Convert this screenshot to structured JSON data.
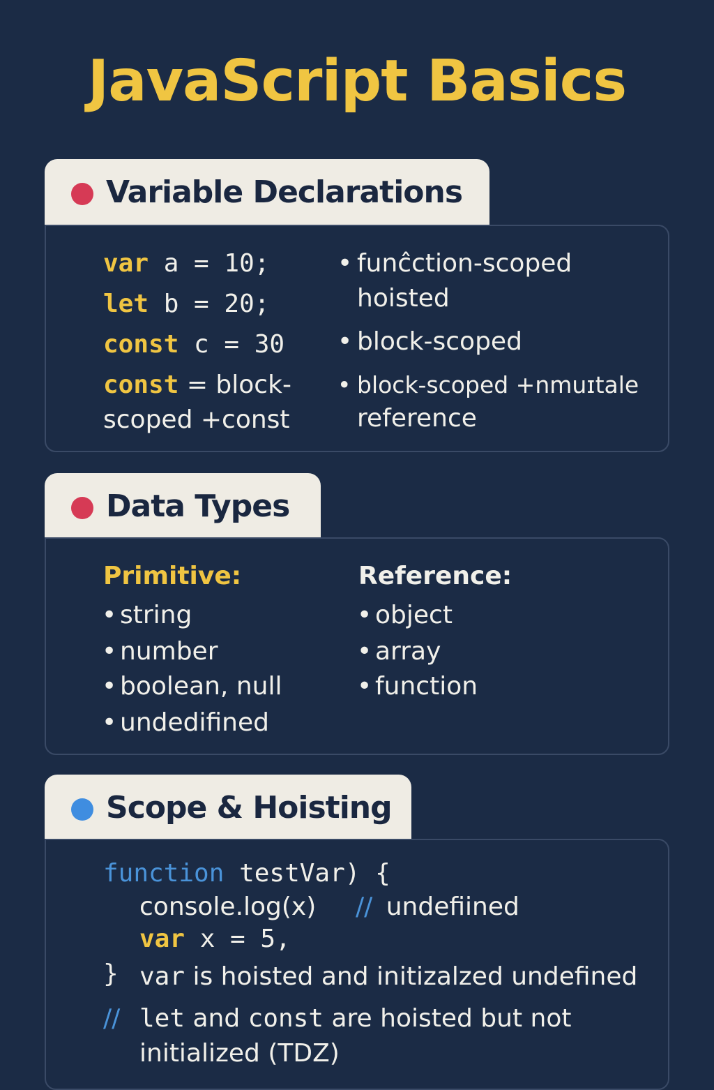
{
  "title": "JavaScript Basics",
  "colors": {
    "background": "#1b2b45",
    "title": "#f0c542",
    "keyword_yellow": "#f0c542",
    "keyword_blue": "#4a93d9",
    "tab_background": "#efece4",
    "dot_red": "#d63a55",
    "dot_blue": "#3f8de0"
  },
  "sections": {
    "variables": {
      "title": "Variable Declarations",
      "dot_color": "#d63a55",
      "code": [
        {
          "keyword": "var",
          "rest": " a = 10;"
        },
        {
          "keyword": "let",
          "rest": " b = 20;"
        },
        {
          "keyword": "const",
          "rest": " c = 30"
        }
      ],
      "note_keyword": "const",
      "note_line1_rest": " = block-",
      "note_line2": "scoped +const",
      "bullets": [
        {
          "bullet": "•",
          "line1": "funĉction-scoped",
          "line2": "hoisted"
        },
        {
          "bullet": "•",
          "line1": "block-scoped"
        },
        {
          "bullet": "•",
          "line1": "block-scoped +nmuɪtale",
          "line2": "reference"
        }
      ]
    },
    "data_types": {
      "title": "Data Types",
      "dot_color": "#d63a55",
      "primitive_heading": "Primitive:",
      "primitive_items": [
        "string",
        "number",
        "boolean, null",
        "undedifined"
      ],
      "reference_heading": "Reference:",
      "reference_items": [
        "object",
        "array",
        "function"
      ],
      "bullet": "•"
    },
    "scope": {
      "title": "Scope & Hoisting",
      "dot_color": "#3f8de0",
      "line1_keyword": "function",
      "line1_rest": " testVar) {",
      "line2_code": "console.log(x)",
      "line2_comment_mark": "//",
      "line2_comment": "undefiined",
      "line3_keyword": "var",
      "line3_rest": " x = 5,",
      "line4_brace": "}",
      "line4_keyword": "var",
      "line4_text": " is hoisted and initizalzed undefined",
      "line5_comment_mark": "//",
      "line5_kw1": "let",
      "line5_mid": " and ",
      "line5_kw2": "const",
      "line5_text": " are hoisted but not",
      "line6_text": "initialized (TDZ)"
    }
  }
}
